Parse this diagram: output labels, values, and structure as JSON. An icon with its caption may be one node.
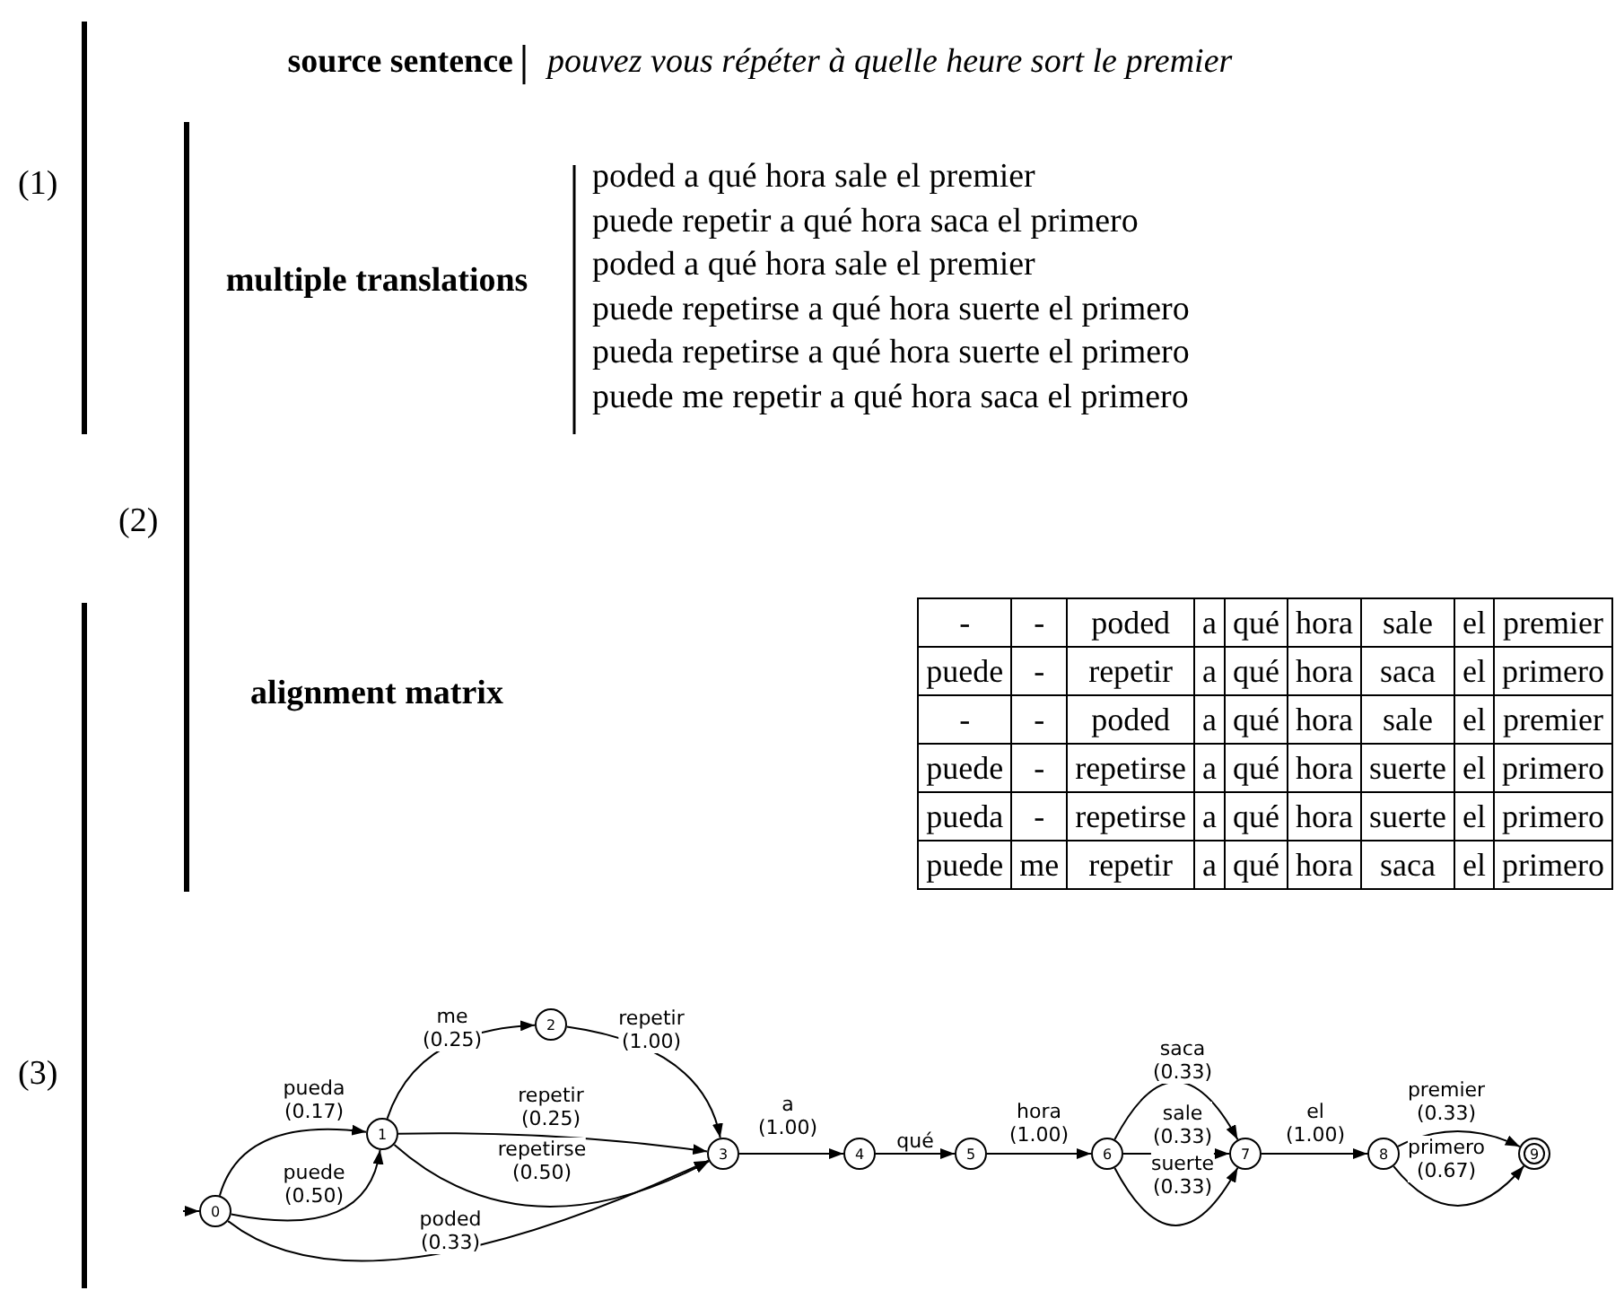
{
  "diagram": {
    "nodes": [
      {
        "text": [
          "0"
        ]
      },
      {
        "text": [
          "1"
        ]
      },
      {
        "text": [
          "2"
        ]
      },
      {
        "text": [
          "3"
        ]
      },
      {
        "text": [
          "4"
        ]
      },
      {
        "text": [
          "5"
        ]
      },
      {
        "text": [
          "6"
        ]
      },
      {
        "text": [
          "7"
        ]
      },
      {
        "text": [
          "8"
        ]
      },
      {
        "text": [
          "9"
        ]
      }
    ],
    "edges": [
      {
        "from": null,
        "to": 0,
        "arrow": "to"
      },
      {
        "from": 0,
        "to": 1,
        "arrow": "to",
        "label": "pueda (0.17)"
      },
      {
        "from": 0,
        "to": 1,
        "arrow": "to",
        "label": "puede (0.50)"
      },
      {
        "from": 0,
        "to": 3,
        "arrow": "to",
        "label": "poded (0.33)"
      },
      {
        "from": 1,
        "to": 2,
        "arrow": "to",
        "label": "me (0.25)"
      },
      {
        "from": 1,
        "to": 3,
        "arrow": "to",
        "label": "repetir (0.25)"
      },
      {
        "from": 1,
        "to": 3,
        "arrow": "to",
        "label": "repetirse (0.50)"
      },
      {
        "from": 2,
        "to": 3,
        "arrow": "to",
        "label": "repetir (1.00)"
      },
      {
        "from": 3,
        "to": 4,
        "arrow": "to",
        "label": "a (1.00)"
      },
      {
        "from": 4,
        "to": 5,
        "arrow": "to",
        "label": "qué"
      },
      {
        "from": 5,
        "to": 6,
        "arrow": "to",
        "label": "hora (1.00)"
      },
      {
        "from": 6,
        "to": 7,
        "arrow": "to",
        "label": "saca (0.33)"
      },
      {
        "from": 6,
        "to": 7,
        "arrow": "to",
        "label": "sale (0.33)"
      },
      {
        "from": 6,
        "to": 7,
        "arrow": "to",
        "label": "suerte (0.33)"
      },
      {
        "from": 7,
        "to": 8,
        "arrow": "to",
        "label": "el (1.00)"
      },
      {
        "from": 8,
        "to": 9,
        "arrow": "to",
        "label": "premier (0.33)"
      },
      {
        "from": 8,
        "to": 9,
        "arrow": "to",
        "label": "primero (0.67)"
      }
    ],
    "labels": [
      "source sentence",
      "pouvez vous répéter à quelle heure sort le premier",
      "(1)",
      "multiple translations",
      "poded a qué hora sale el premier",
      "puede repetir a qué hora saca el primero",
      "poded a qué hora sale el premier",
      "puede repetirse a qué hora suerte el primero",
      "pueda repetirse a qué hora suerte el primero",
      "puede me repetir a qué hora saca el primero",
      "(2)",
      "alignment matrix",
      "-",
      "-",
      "poded",
      "a",
      "qué",
      "hora",
      "sale",
      "el",
      "premier",
      "puede",
      "-",
      "repetir",
      "a",
      "qué",
      "hora",
      "saca",
      "el",
      "primero",
      "-",
      "-",
      "poded",
      "a",
      "qué",
      "hora",
      "sale",
      "el",
      "premier",
      "puede",
      "-",
      "repetirse",
      "a",
      "qué",
      "hora",
      "suerte",
      "el",
      "primero",
      "pueda",
      "-",
      "repetirse",
      "a",
      "qué",
      "hora",
      "suerte",
      "el",
      "primero",
      "puede",
      "me",
      "repetir",
      "a",
      "qué",
      "hora",
      "saca",
      "el",
      "primero",
      "(3)"
    ]
  }
}
